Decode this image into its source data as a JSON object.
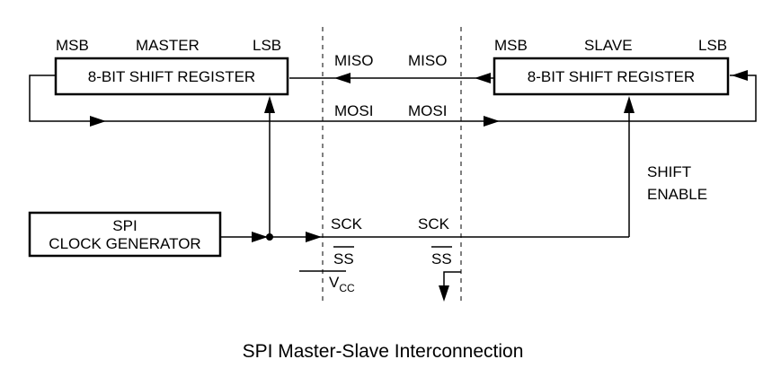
{
  "master": {
    "msb": "MSB",
    "title": "MASTER",
    "lsb": "LSB",
    "register": "8-BIT SHIFT REGISTER"
  },
  "slave": {
    "msb": "MSB",
    "title": "SLAVE",
    "lsb": "LSB",
    "register": "8-BIT SHIFT REGISTER"
  },
  "clock": {
    "line1": "SPI",
    "line2": "CLOCK GENERATOR"
  },
  "signals": {
    "miso_master": "MISO",
    "miso_slave": "MISO",
    "mosi_master": "MOSI",
    "mosi_slave": "MOSI",
    "sck_master": "SCK",
    "sck_slave": "SCK",
    "ss": "SS",
    "vcc_base": "V",
    "vcc_sub": "CC",
    "shift_line1": "SHIFT",
    "shift_line2": "ENABLE"
  },
  "caption": "SPI Master-Slave Interconnection"
}
